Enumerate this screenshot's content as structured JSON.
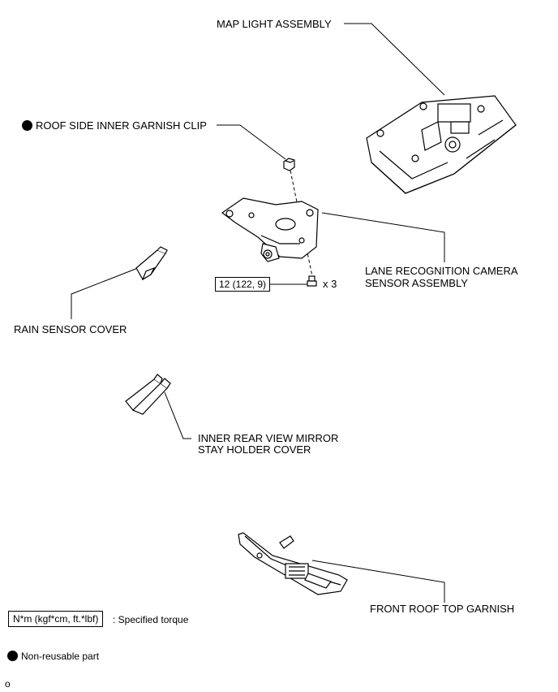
{
  "parts": {
    "map_light": "MAP LIGHT ASSEMBLY",
    "roof_clip": "ROOF SIDE INNER GARNISH CLIP",
    "camera_line1": "LANE RECOGNITION CAMERA",
    "camera_line2": "SENSOR ASSEMBLY",
    "torque_value": "12 (122, 9)",
    "bolt_qty": "x 3",
    "rain_cover": "RAIN SENSOR COVER",
    "mirror_line1": "INNER REAR VIEW MIRROR",
    "mirror_line2": "STAY HOLDER COVER",
    "front_garnish": "FRONT ROOF TOP GARNISH"
  },
  "legend": {
    "torque_unit": "N*m (kgf*cm, ft.*lbf)",
    "torque_desc": ": Specified torque",
    "nonreusable_desc": "Non-reusable part"
  },
  "figure_code": "o"
}
